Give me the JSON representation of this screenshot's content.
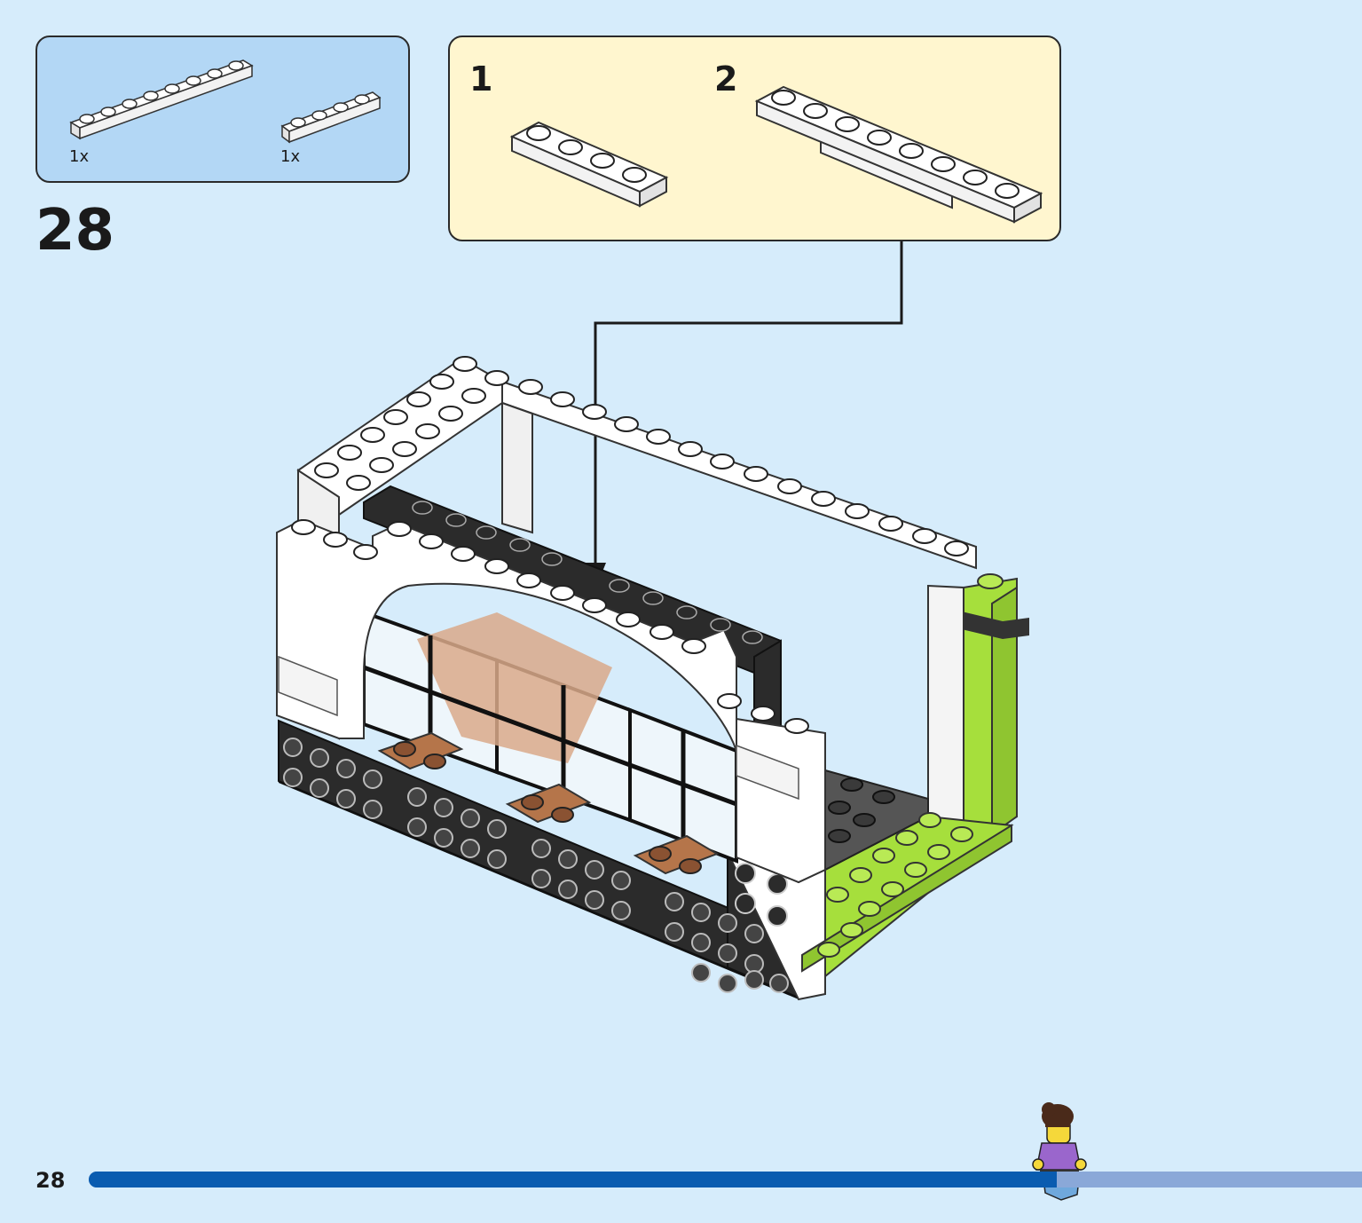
{
  "parts_list": {
    "items": [
      {
        "part": "white-plate-1x8",
        "quantity": "1x"
      },
      {
        "part": "white-plate-1x4",
        "quantity": "1x"
      }
    ]
  },
  "step": {
    "number": "28"
  },
  "sub_assembly": {
    "steps": [
      {
        "number": "1"
      },
      {
        "number": "2"
      }
    ]
  },
  "footer": {
    "page_number": "28",
    "progress_fraction": 0.76
  },
  "colors": {
    "background": "#d6ecfb",
    "parts_box": "#b3d7f5",
    "sub_box": "#fff6cf",
    "brick_white": "#ffffff",
    "brick_black": "#2b2b2b",
    "brick_lime": "#a6df3c",
    "brick_tan": "#b5754a",
    "progress_fill": "#0a5cb0",
    "progress_track": "#8aa8d8"
  }
}
